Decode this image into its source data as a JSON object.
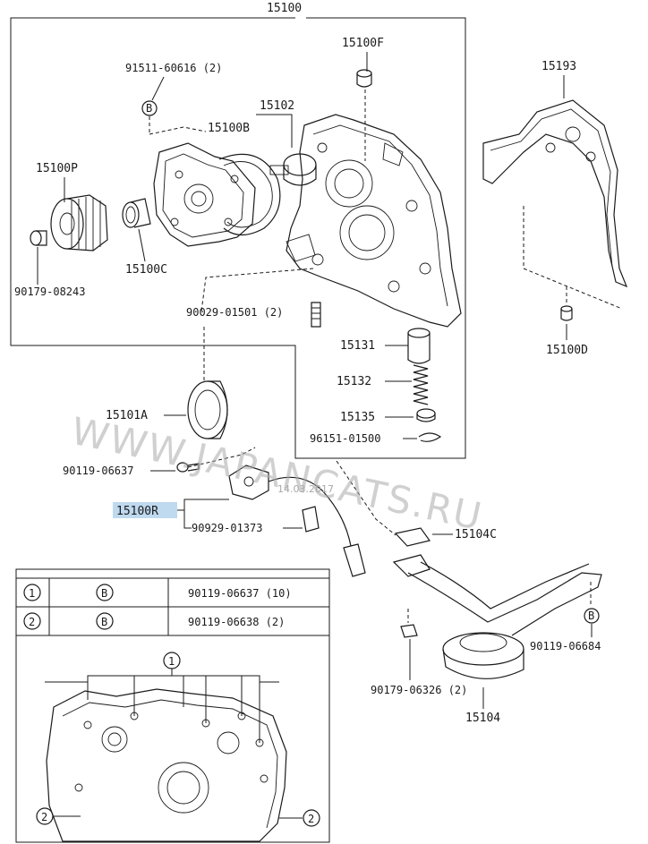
{
  "labels": {
    "assembly": "15100",
    "bolt_top": "91511-60616 (2)",
    "plug_15100F": "15100F",
    "rotor_driven": "15100B",
    "rotor_drive": "15102",
    "gear": "15100P",
    "bushing": "15100C",
    "plug_gear": "90179-08243",
    "pin_15100D": "15100D",
    "gasket": "15193",
    "pin_pair": "90029-01501 (2)",
    "valve": "15131",
    "spring": "15132",
    "retainer": "15135",
    "snap_ring": "96151-01500",
    "oil_seal": "15101A",
    "bolt_sensor": "90119-06637",
    "sensor_ref": "15100R",
    "connector": "90929-01373",
    "strainer_gasket": "15104C",
    "strainer_bolt": "90119-06684",
    "strainer_nut": "90179-06326 (2)",
    "strainer": "15104"
  },
  "markers": {
    "circle_b": "B",
    "circle_1": "1",
    "circle_2": "2"
  },
  "bolt_table": {
    "rows": [
      {
        "index": "1",
        "mark": "B",
        "part": "90119-06637 (10)"
      },
      {
        "index": "2",
        "mark": "B",
        "part": "90119-06638 (2)"
      }
    ]
  },
  "watermark": {
    "main": "WWW.JAPANCATS.RU",
    "stamp": "14.03.2017"
  },
  "colors": {
    "line": "#1a1a1a",
    "highlight": "#bfd9ef",
    "watermark": "#a9a9a9"
  }
}
